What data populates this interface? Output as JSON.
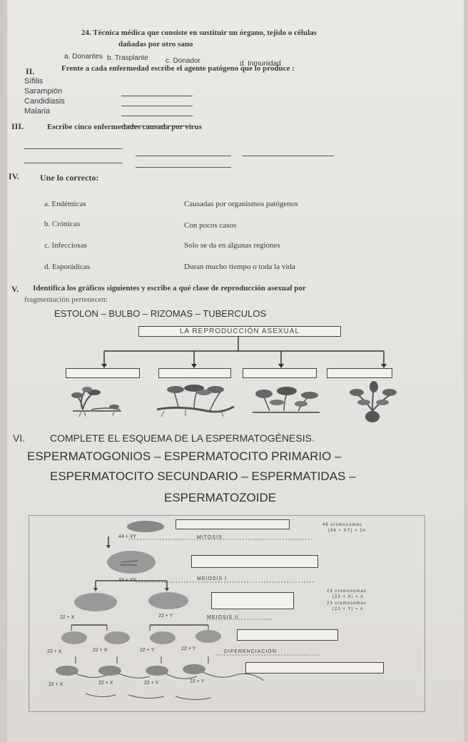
{
  "q24": {
    "title_line1": "24. Técnica médica que consiste en sustituir un órgano, tejido o células",
    "title_line2": "dañadas por otro sano",
    "options": [
      "a. Donantes",
      "b. Trasplante",
      "c. Donador",
      "d. Inmunidad"
    ]
  },
  "s2": {
    "numeral": "II.",
    "heading": "Frente a cada enfermedad escribe el agente patógeno que lo produce :",
    "diseases": [
      "Sífilis",
      "Sarampión",
      "Candidiasis",
      "Malaria"
    ]
  },
  "s3": {
    "numeral": "III.",
    "heading": "Escribe cinco enfermedades causada por virus"
  },
  "s4": {
    "numeral": "IV.",
    "heading": "Une lo correcto:",
    "left": [
      "a. Endémicas",
      "b. Crónicas",
      "c. Infecciosas",
      "d. Esporádicas"
    ],
    "right": [
      "Causadas por organismos patógenos",
      "Con pocos casos",
      "Solo se da en algunas regiones",
      "Duran mucho tiempo o toda la vida"
    ]
  },
  "s5": {
    "numeral": "V.",
    "heading_line1": "Identifica los gráficos siguientes y escribe a qué clase de reproducción asexual por",
    "heading_line2": "fragmentación pertenecen:",
    "word_bank": "ESTOLON – BULBO – RIZOMAS – TUBERCULOS",
    "diagram_title": "LA REPRODUCCIÓN ASEXUAL"
  },
  "s6": {
    "numeral": "VI.",
    "heading": "COMPLETE EL ESQUEMA DE LA ESPERMATOGÉNESIS.",
    "bank_line1": "ESPERMATOGONIOS – ESPERMATOCITO PRIMARIO –",
    "bank_line2": "ESPERMATOCITO SECUNDARIO – ESPERMATIDAS –",
    "bank_line3": "ESPERMATOZOIDE",
    "labels": {
      "chrom46_line1": "46 cromosomas",
      "chrom46_line2": "(44 + XY) = 2n",
      "cell_44xy_top": "44 + XY",
      "mitosis": "MITOSIS",
      "cell_44xy_mid": "44 + XY",
      "meiosis1": "MEIOSIS I",
      "chrom23x_line1": "23 cromosomas",
      "chrom23x_line2": "(22 + X) = n",
      "chrom23y_line1": "23 cromosomas",
      "chrom23y_line2": "(22 + Y) = n",
      "c22x": "22 + X",
      "c22y": "22 + Y",
      "meiosis2": "MEIOSIS II",
      "row4": [
        "22 + X",
        "22 + X",
        "22 + Y",
        "22 + Y"
      ],
      "diferenciacion": "DIFERENCIACIÓN",
      "row5": [
        "22 + X",
        "22 + X",
        "22 + Y",
        "22 + Y"
      ]
    }
  }
}
